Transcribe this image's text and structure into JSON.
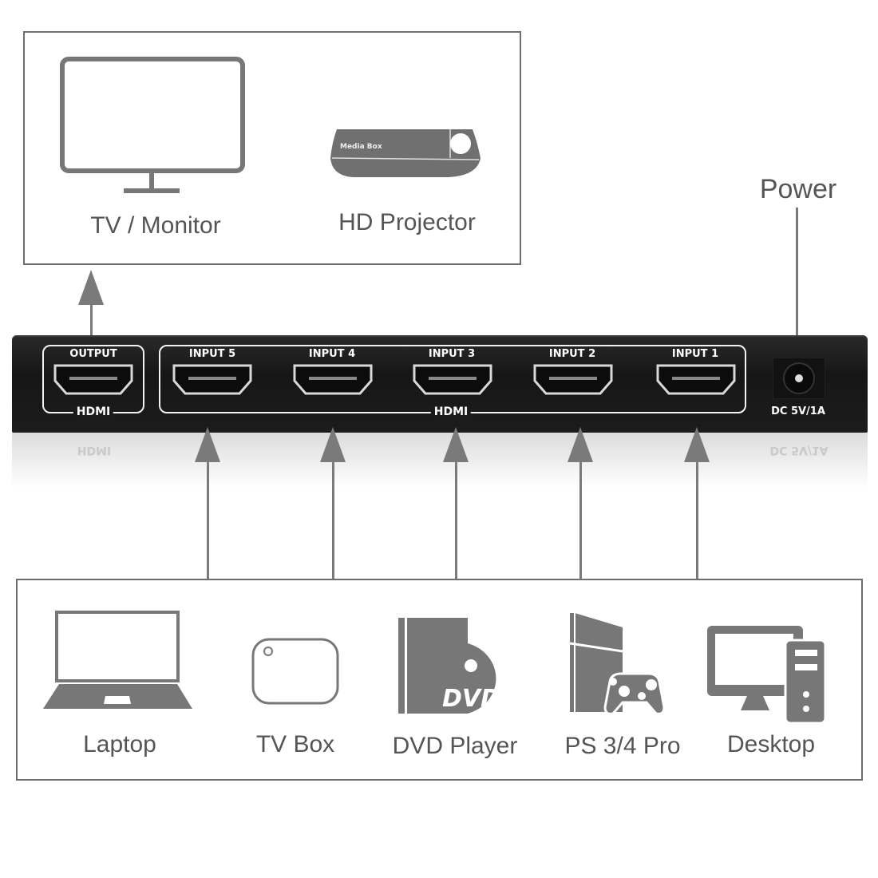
{
  "output_box": {
    "devices": [
      {
        "name": "TV / Monitor",
        "icon": "tv-monitor-icon"
      },
      {
        "name": "HD Projector",
        "icon": "media-box-icon",
        "icon_text": "Media Box"
      }
    ]
  },
  "power": {
    "label": "Power"
  },
  "switch": {
    "output_port": {
      "label": "OUTPUT",
      "group_label": "HDMI"
    },
    "input_group_label": "HDMI",
    "inputs": [
      {
        "label": "INPUT 5"
      },
      {
        "label": "INPUT 4"
      },
      {
        "label": "INPUT 3"
      },
      {
        "label": "INPUT 2"
      },
      {
        "label": "INPUT 1"
      }
    ],
    "dc_label": "DC 5V/1A"
  },
  "source_box": {
    "devices": [
      {
        "name": "Laptop",
        "icon": "laptop-icon"
      },
      {
        "name": "TV Box",
        "icon": "tv-box-icon"
      },
      {
        "name": "DVD Player",
        "icon": "dvd-player-icon",
        "icon_text": "DVD"
      },
      {
        "name": "PS 3/4 Pro",
        "icon": "game-console-icon"
      },
      {
        "name": "Desktop",
        "icon": "desktop-pc-icon"
      }
    ]
  },
  "colors": {
    "icon_gray": "#777777",
    "device_black": "#1b1b1b",
    "text_gray": "#555555"
  }
}
